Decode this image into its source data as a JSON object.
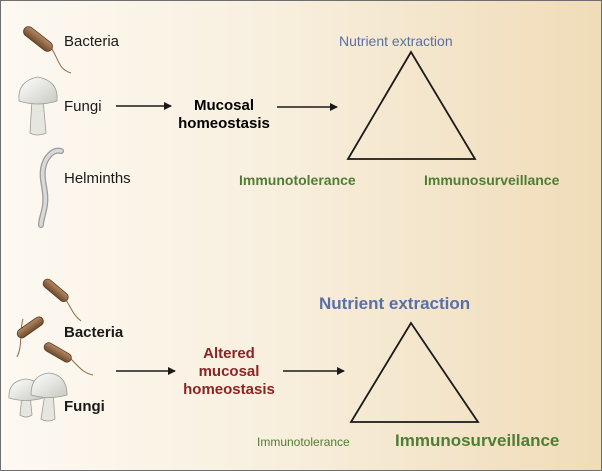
{
  "top_panel": {
    "organisms": [
      "Bacteria",
      "Fungi",
      "Helminths"
    ],
    "center_line1": "Mucosal",
    "center_line2": "homeostasis",
    "apex_label": "Nutrient extraction",
    "left_label": "Immunotolerance",
    "right_label": "Immunosurveillance"
  },
  "bottom_panel": {
    "organisms": [
      "Bacteria",
      "Fungi"
    ],
    "center_line1": "Altered",
    "center_line2": "mucosal",
    "center_line3": "homeostasis",
    "apex_label": "Nutrient extraction",
    "left_label": "Immunotolerance",
    "right_label": "Immunosurveillance"
  },
  "colors": {
    "nutrient": "#5a6fa6",
    "immune": "#4e7d34",
    "altered": "#8c2424",
    "bacteria": "#8c6040",
    "fungi": "#e8e8e3",
    "helminth": "#cfcfcf"
  }
}
